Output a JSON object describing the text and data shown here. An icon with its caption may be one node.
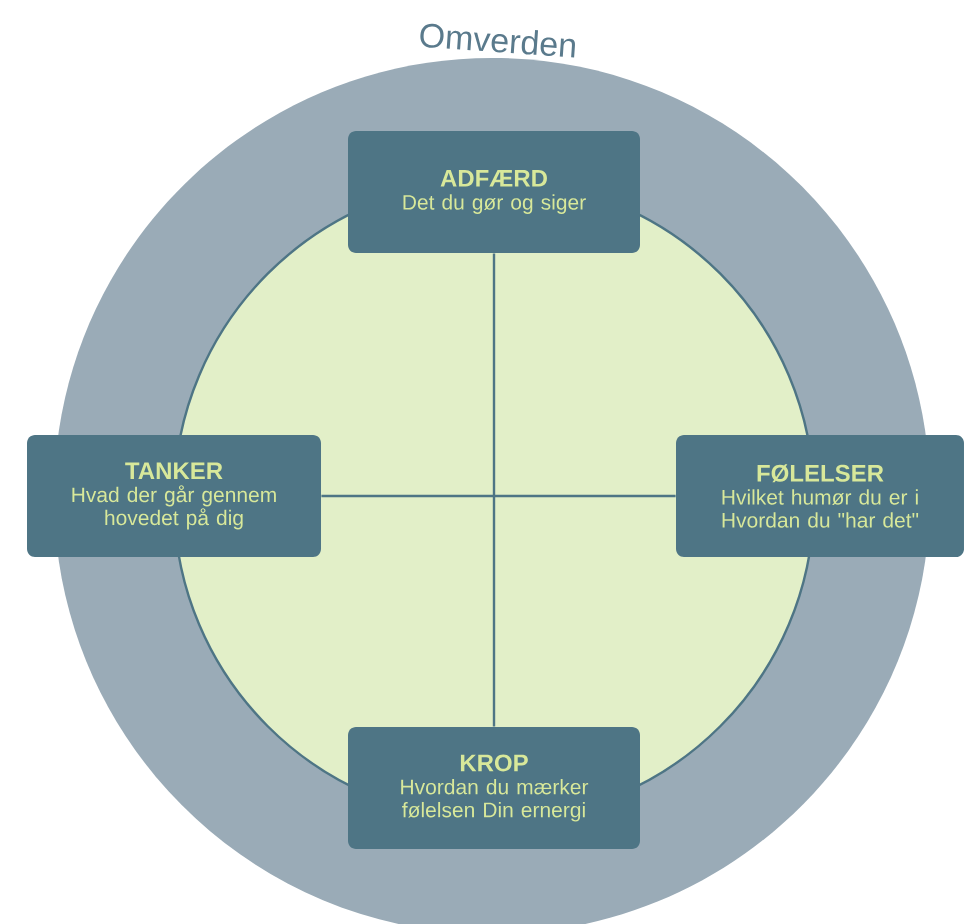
{
  "diagram": {
    "nodes": [
      {
        "text": [
          "ADFÆRD",
          "Det du gør og siger"
        ]
      },
      {
        "text": [
          "TANKER",
          "Hvad der går gennem hovedet på dig"
        ]
      },
      {
        "text": [
          "FØLELSER",
          "Hvilket humør du er i Hvordan du \"har det\""
        ]
      },
      {
        "text": [
          "KROP",
          "Hvordan du mærker følelsen Din ernergi"
        ]
      }
    ],
    "edges": [
      {
        "from": 0,
        "to": 3,
        "arrow": "none"
      },
      {
        "from": 1,
        "to": 2,
        "arrow": "none"
      }
    ],
    "labels": [
      "Omverden"
    ]
  }
}
